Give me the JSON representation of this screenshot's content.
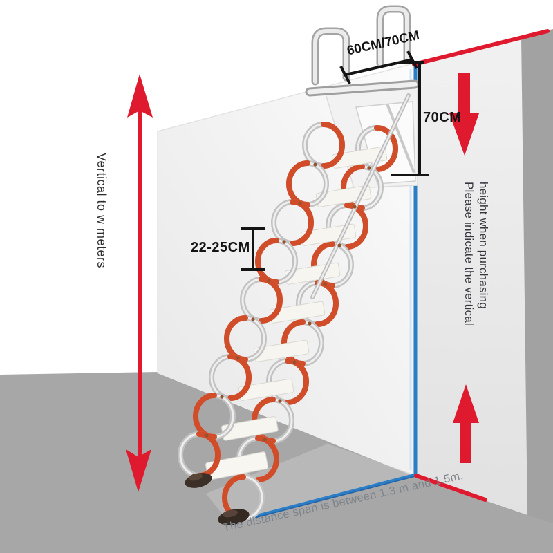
{
  "labels": {
    "top_width": "60CM/70CM",
    "drop_height": "70CM",
    "step_spacing": "22-25CM",
    "left_note": "Vertical to w meters",
    "right_note_line1": "Please indicate the vertical",
    "right_note_line2": "height when purchasing",
    "floor_note": "The distance span is between 1.3 m and 1.5m."
  },
  "colors": {
    "accent_red": "#e01a2e",
    "accent_blue": "#2b7ec5",
    "dimension_black": "#141414",
    "ladder_orange": "#d14c28",
    "ladder_silver": "#c2c2c2",
    "wall_white": "#f4f4f4",
    "floor_gray": "#a7a7a7",
    "floor_note_gray": "#7d848b"
  }
}
